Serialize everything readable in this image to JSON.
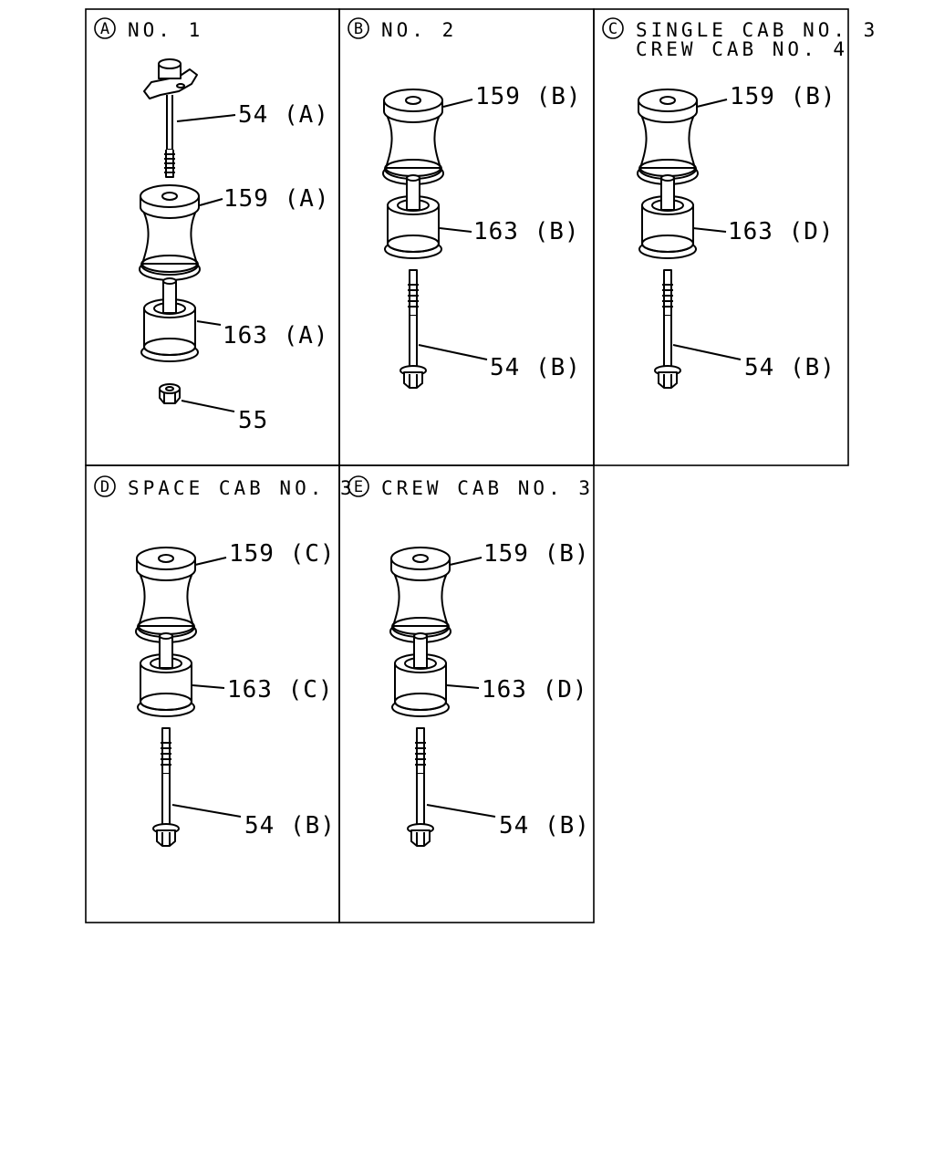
{
  "panels": [
    {
      "id": "A",
      "letter": "A",
      "title": [
        "NO. 1"
      ],
      "parts": [
        {
          "kind": "bolt-wing",
          "callout": "54 (A)"
        },
        {
          "kind": "insulator-upper",
          "callout": "159 (A)"
        },
        {
          "kind": "insulator-lower",
          "callout": "163 (A)"
        },
        {
          "kind": "nut",
          "callout": "55"
        }
      ]
    },
    {
      "id": "B",
      "letter": "B",
      "title": [
        "NO. 2"
      ],
      "parts": [
        {
          "kind": "insulator-upper",
          "callout": "159 (B)"
        },
        {
          "kind": "insulator-lower",
          "callout": "163 (B)"
        },
        {
          "kind": "bolt",
          "callout": "54 (B)"
        }
      ]
    },
    {
      "id": "C",
      "letter": "C",
      "title": [
        "SINGLE CAB NO. 3",
        "CREW CAB NO. 4"
      ],
      "parts": [
        {
          "kind": "insulator-upper",
          "callout": "159 (B)"
        },
        {
          "kind": "insulator-lower",
          "callout": "163 (D)"
        },
        {
          "kind": "bolt",
          "callout": "54 (B)"
        }
      ]
    },
    {
      "id": "D",
      "letter": "D",
      "title": [
        "SPACE CAB NO. 3"
      ],
      "parts": [
        {
          "kind": "insulator-upper",
          "callout": "159 (C)"
        },
        {
          "kind": "insulator-lower",
          "callout": "163 (C)"
        },
        {
          "kind": "bolt",
          "callout": "54 (B)"
        }
      ]
    },
    {
      "id": "E",
      "letter": "E",
      "title": [
        "CREW CAB NO. 3"
      ],
      "parts": [
        {
          "kind": "insulator-upper",
          "callout": "159 (B)"
        },
        {
          "kind": "insulator-lower",
          "callout": "163 (D)"
        },
        {
          "kind": "bolt",
          "callout": "54 (B)"
        }
      ]
    }
  ]
}
